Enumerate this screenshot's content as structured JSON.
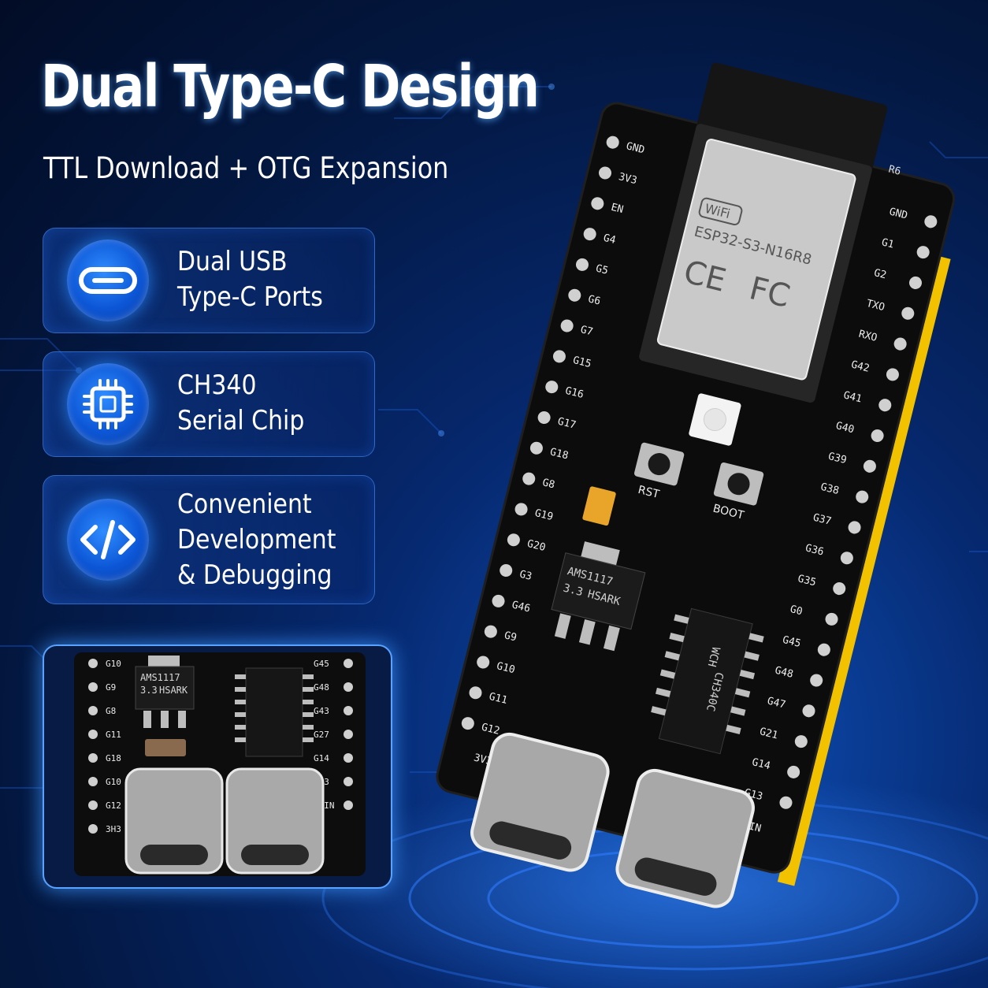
{
  "headline": "Dual Type-C Design",
  "subheadline": "TTL Download + OTG Expansion",
  "features": [
    {
      "icon": "usb-c-icon",
      "lines": [
        "Dual USB",
        "Type-C Ports"
      ]
    },
    {
      "icon": "chip-icon",
      "lines": [
        "CH340",
        "Serial Chip"
      ]
    },
    {
      "icon": "code-icon",
      "lines": [
        "Convenient",
        "Development",
        "& Debugging"
      ]
    }
  ],
  "board": {
    "module_label": "ESP32-S3-N16R8",
    "wifi_label": "WiFi",
    "cert_labels": [
      "CE",
      "FC"
    ],
    "buttons": [
      "RST",
      "BOOT"
    ],
    "regulator": [
      "AMS1117",
      "3.3",
      "HSARK"
    ],
    "serial_chip": "CH340C",
    "serial_chip_logo": "WCH",
    "antenna_label": "R6",
    "left_pins": [
      "GND",
      "3V3",
      "EN",
      "G4",
      "G5",
      "G6",
      "G7",
      "G15",
      "G16",
      "G17",
      "G18",
      "G8",
      "G19",
      "G20",
      "G3",
      "G46",
      "G9",
      "G10",
      "G11",
      "G12",
      "3V3"
    ],
    "right_pins": [
      "GND",
      "G1",
      "G2",
      "TXO",
      "RXO",
      "G42",
      "G41",
      "G40",
      "G39",
      "G38",
      "G37",
      "G36",
      "G35",
      "G0",
      "G45",
      "G48",
      "G47",
      "G21",
      "G14",
      "G13",
      "VSIN"
    ]
  },
  "inset": {
    "regulator": [
      "AMS1117",
      "3.3",
      "HSARK"
    ],
    "left_pins": [
      "G10",
      "G9",
      "G8",
      "G11",
      "G18",
      "G10",
      "G12",
      "3H3"
    ],
    "right_pins": [
      "G45",
      "G48",
      "G43",
      "G27",
      "G14",
      "G13",
      "VSIN"
    ]
  },
  "colors": {
    "accent": "#1a6dff",
    "pcb": "#0c0c0c",
    "header_pins": "#f2c200",
    "shield": "#c9c9c9"
  }
}
